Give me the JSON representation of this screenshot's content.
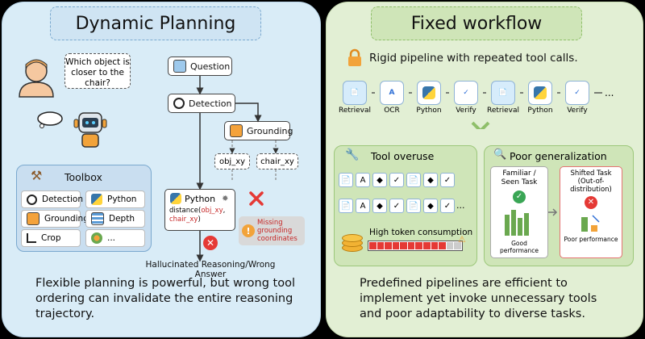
{
  "left": {
    "title": "Dynamic Planning",
    "user_question": "Which object is closer to the chair?",
    "nodes": {
      "question": "Question",
      "detection": "Detection",
      "grounding": "Grounding",
      "obj_xy": "obj_xy",
      "chair_xy": "chair_xy",
      "python": "Python",
      "python_code_1": "distance(",
      "python_code_2": "obj_xy",
      "python_code_3": ",",
      "python_code_4": "chair_xy",
      "python_code_5": ")"
    },
    "missing_note": "Missing grounding coordinates",
    "toolbox": {
      "title": "Toolbox",
      "items": [
        "Detection",
        "Python",
        "Grounding",
        "Depth",
        "Crop",
        "..."
      ]
    },
    "result": "Hallucinated Reasoning/Wrong Answer",
    "caption": "Flexible planning is powerful, but wrong tool ordering can invalidate the entire reasoning trajectory.",
    "colors": {
      "panel": "#d9ecf7",
      "error": "#e53935",
      "code": "#c62828"
    }
  },
  "right": {
    "title": "Fixed workflow",
    "subtitle": "Rigid pipeline with repeated tool calls.",
    "pipeline": [
      "Retrieval",
      "OCR",
      "Python",
      "Verify",
      "Retrieval",
      "Python",
      "Verify"
    ],
    "pipeline_more": "...",
    "overuse": {
      "title": "Tool overuse",
      "more": "...",
      "token_label": "High token consumption"
    },
    "generalization": {
      "title": "Poor generalization",
      "familiar": "Familiar / Seen Task",
      "shifted": "Shifted Task (Out-of-distribution)",
      "good": "Good performance",
      "poor": "Poor performance"
    },
    "caption": "Predefined pipelines are efficient to implement yet invoke unnecessary tools and poor adaptability to diverse tasks.",
    "colors": {
      "panel": "#e2efd4",
      "accent": "#6aa84f",
      "bar_red": "#e53935"
    }
  }
}
